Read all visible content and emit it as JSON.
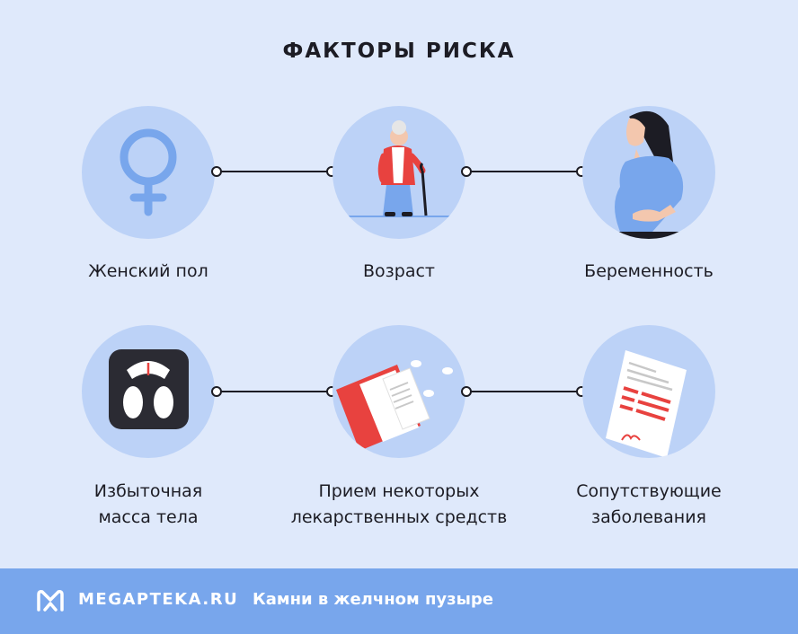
{
  "title": "ФАКТОРЫ РИСКА",
  "factors": [
    {
      "label": "Женский пол",
      "icon": "female-symbol-icon"
    },
    {
      "label": "Возраст",
      "icon": "elderly-woman-icon"
    },
    {
      "label": "Беременность",
      "icon": "pregnant-woman-icon"
    },
    {
      "label": "Избыточная масса тела",
      "icon": "bathroom-scale-icon"
    },
    {
      "label": "Прием некоторых лекарственных средств",
      "icon": "medicine-box-icon"
    },
    {
      "label": "Сопутствующие заболевания",
      "icon": "medical-document-icon"
    }
  ],
  "footer": {
    "brand": "MEGAPTEKA.RU",
    "subtitle": "Камни в желчном пузыре"
  },
  "colors": {
    "background": "#dfe9fb",
    "circle": "#bcd2f7",
    "accent": "#78a6ec",
    "red": "#e8423f"
  }
}
